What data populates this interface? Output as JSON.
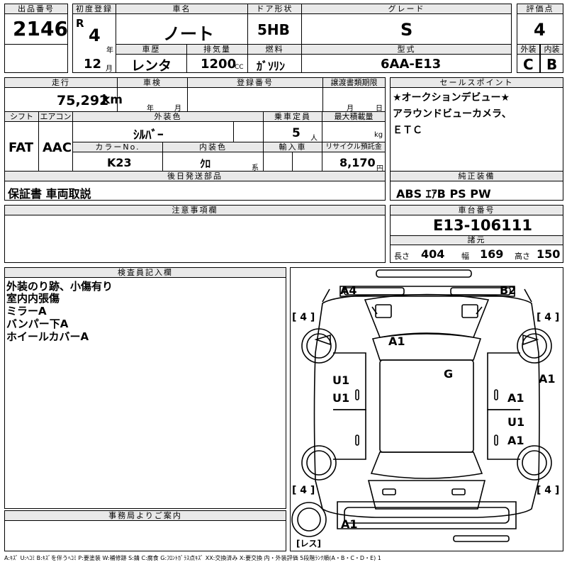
{
  "header": {
    "lot_number_label": "出品番号",
    "lot_number": "2146",
    "first_reg_label": "初度登録",
    "era": "R",
    "year": "4",
    "year_unit": "年",
    "month": "12",
    "month_unit": "月",
    "car_name_label": "車名",
    "car_name": "ノート",
    "door_label": "ドア形状",
    "door": "5HB",
    "grade_label": "グレード",
    "grade": "S",
    "score_label": "評価点",
    "score": "4",
    "history_label": "車歴",
    "history": "レンタ",
    "displacement_label": "排気量",
    "displacement": "1200",
    "displacement_unit": "CC",
    "fuel_label": "燃料",
    "fuel": "ｶﾞｿﾘﾝ",
    "model_label": "型式",
    "model": "6AA-E13",
    "exterior_label": "外装",
    "exterior": "C",
    "interior_label": "内装",
    "interior": "B"
  },
  "row2": {
    "mileage_label": "走行",
    "mileage": "75,292",
    "mileage_unit": "km",
    "inspection_label": "車検",
    "inspection_year_unit": "年",
    "inspection_month_unit": "月",
    "registration_label": "登録番号",
    "transfer_label": "譲渡書類期限",
    "transfer_month_unit": "月",
    "transfer_day_unit": "日",
    "shift_label": "シフト",
    "shift": "FAT",
    "ac_label": "エアコン",
    "ac": "AAC",
    "color_label": "外装色",
    "color": "ｼﾙﾊﾞｰ",
    "color_no_label": "カラーNo.",
    "color_no": "K23",
    "interior_color_label": "内装色",
    "interior_color": "ｸﾛ",
    "interior_color_unit": "系",
    "capacity_label": "乗車定員",
    "capacity": "5",
    "capacity_unit": "人",
    "max_load_label": "最大積載量",
    "max_load_unit": "kg",
    "import_label": "輸入車",
    "recycle_label": "リサイクル預託金",
    "recycle": "8,170",
    "recycle_unit": "円",
    "later_parts_label": "後日発送部品",
    "later_parts": "保証書 車両取説"
  },
  "sales_points": {
    "label": "セールスポイント",
    "lines": [
      "★オークションデビュー★",
      "アラウンドビューカメラ、",
      "ＥＴＣ"
    ]
  },
  "equipment": {
    "label": "純正装備",
    "value": "ABS ｴｱB PS PW"
  },
  "chassis": {
    "label": "車台番号",
    "value": "E13-106111",
    "dims_label": "諸元",
    "length_label": "長さ",
    "length": "404",
    "width_label": "幅",
    "width": "169",
    "height_label": "高さ",
    "height": "150"
  },
  "caution": {
    "label": "注意事項欄"
  },
  "inspector": {
    "label": "検査員記入欄",
    "lines": [
      "外装のり跡、小傷有り",
      "室内内張傷",
      "ミラーA",
      "バンパー下A",
      "ホイールカバーA"
    ]
  },
  "office": {
    "label": "事務局よりご案内"
  },
  "diagram": {
    "marks": {
      "fl": "A4",
      "fr": "B2",
      "hood": "A1",
      "roof": "G",
      "lf1": "U1",
      "lf2": "U1",
      "rt1": "A1",
      "rb1": "U1",
      "rb2": "A1",
      "rside": "A1",
      "rear": "A1"
    },
    "tires": {
      "fl": "4",
      "fr": "4",
      "rl": "4",
      "rr": "4"
    },
    "spare": "レス"
  },
  "legend": "A:ｷｽﾞ U:ﾍｺﾐ B:ｷｽﾞを伴うﾍｺﾐ P:要塗装 W:補修跡 S:錆 C:腐食 G:ﾌﾛﾝﾄｶﾞﾗｽ点ｷｽﾞ XX:交換済み X:要交換 内・外装評価 5段階ﾗﾝｸ順(A・B・C・D・E) 1"
}
